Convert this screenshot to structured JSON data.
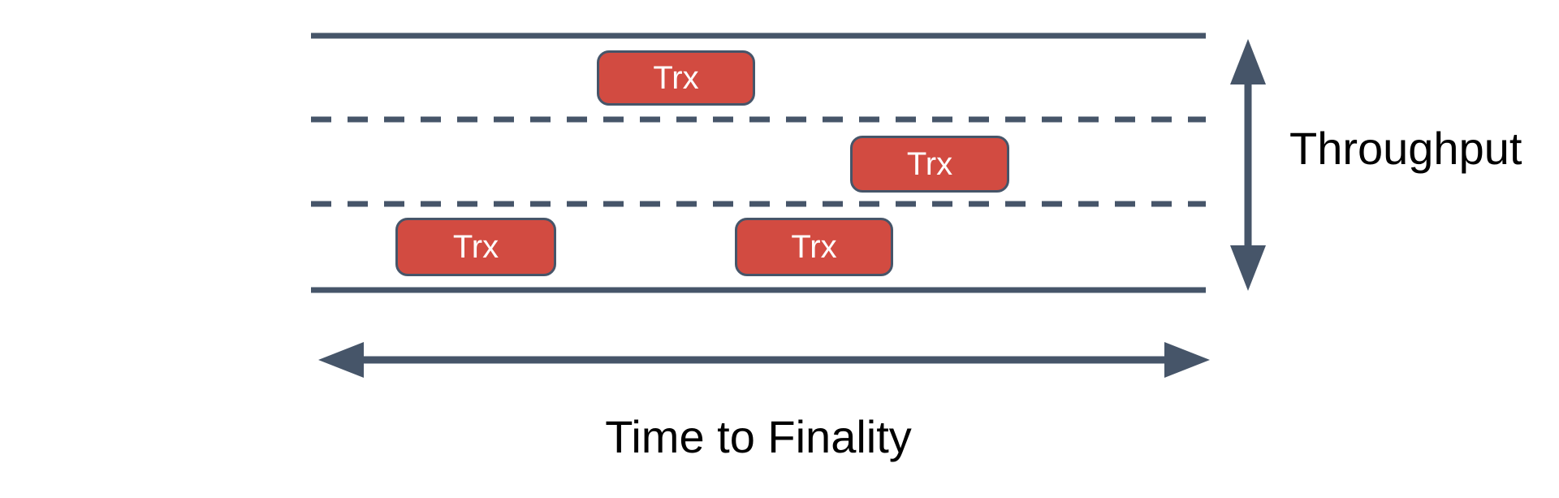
{
  "diagram": {
    "axes": {
      "vertical": {
        "label": "Throughput"
      },
      "horizontal": {
        "label": "Time to Finality"
      }
    },
    "transactions": [
      {
        "label": "Trx",
        "lane": 1
      },
      {
        "label": "Trx",
        "lane": 2
      },
      {
        "label": "Trx",
        "lane": 3
      },
      {
        "label": "Trx",
        "lane": 3
      }
    ],
    "road": {
      "lane_count": 3
    },
    "colors": {
      "line_slate": "#465569",
      "transaction_fill": "#d24b41",
      "transaction_border": "#465569",
      "transaction_text": "#ffffff",
      "axis_label_text": "#000000",
      "background": "#ffffff"
    }
  }
}
